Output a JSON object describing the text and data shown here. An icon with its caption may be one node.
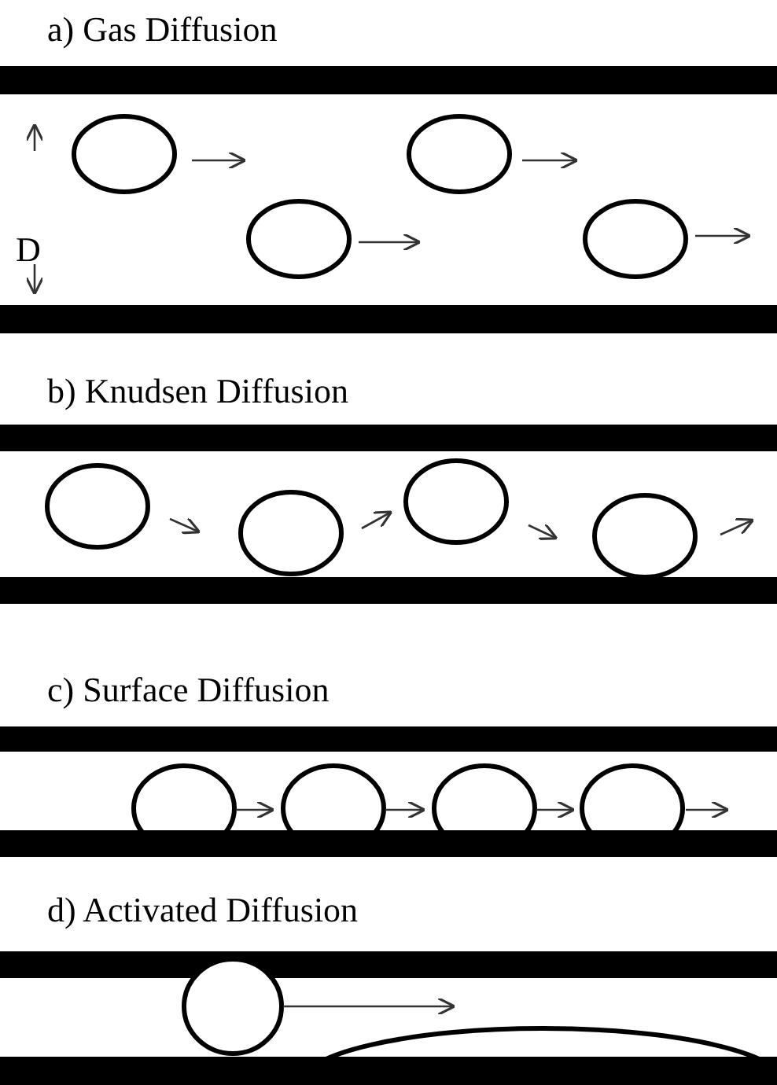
{
  "diagram": {
    "labels": [
      "a) Gas Diffusion",
      "D",
      "b) Knudsen Diffusion",
      "c) Surface Diffusion",
      "d) Activated Diffusion"
    ]
  }
}
